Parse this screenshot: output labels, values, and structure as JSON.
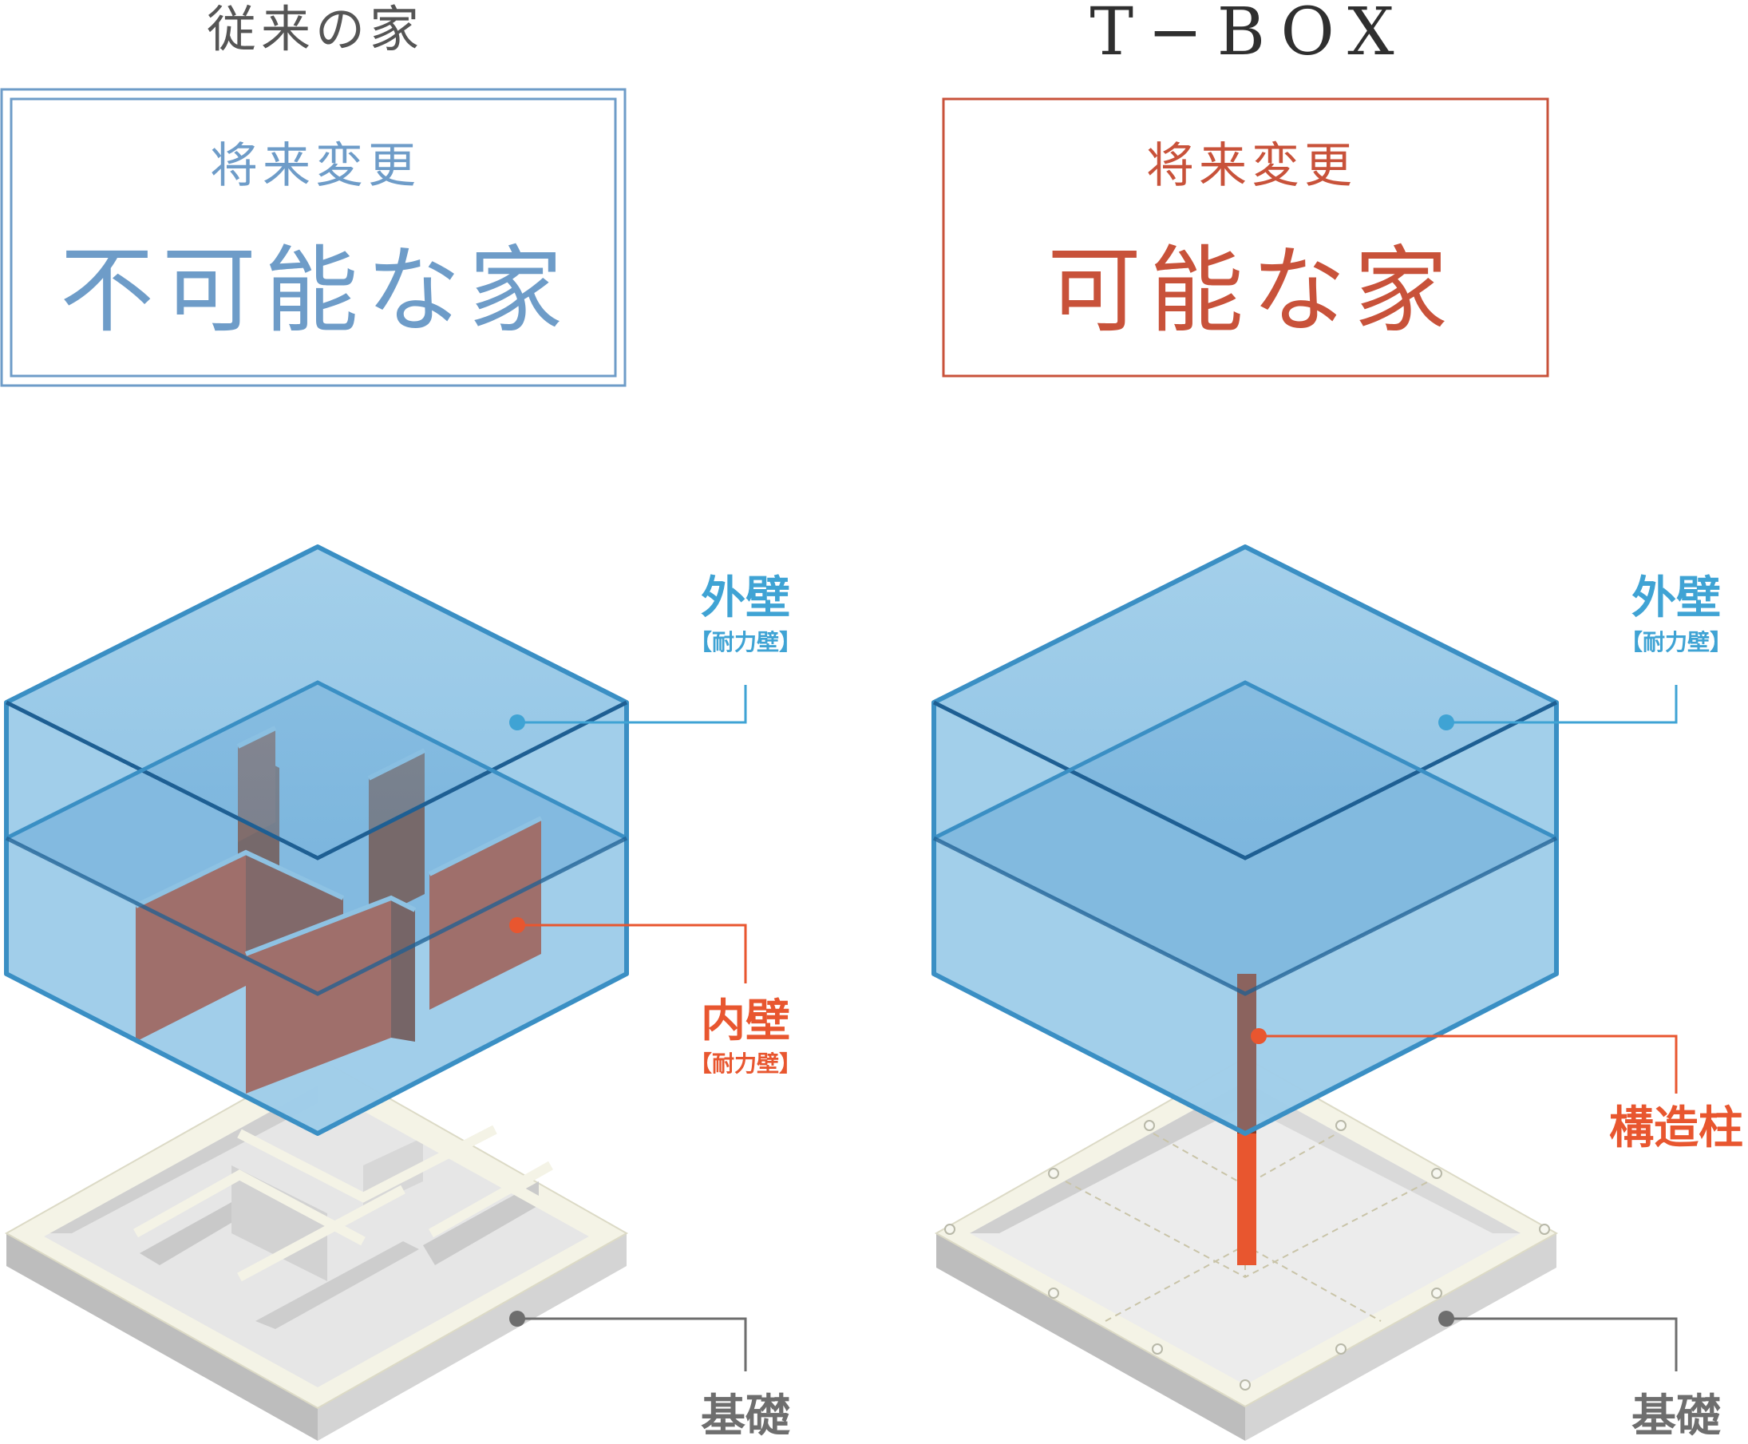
{
  "colors": {
    "blue_accent": "#6e9cc8",
    "red_accent": "#c8523a",
    "glass_fill": "#74b6dd",
    "glass_edge": "#3a8fc4",
    "glass_line": "#1e5f93",
    "label_blue": "#3fa3d4",
    "label_red": "#e8562f",
    "label_gray": "#6e6e6e",
    "wall_red": "#a9432a",
    "foundation_gray": "#c8c8c8"
  },
  "left": {
    "heading": "従来の家",
    "box": {
      "line1": "将来変更",
      "line2": "不可能な家"
    },
    "labels": {
      "outer_wall": "外壁",
      "outer_wall_sub": "【耐力壁】",
      "inner_wall": "内壁",
      "inner_wall_sub": "【耐力壁】",
      "foundation": "基礎"
    }
  },
  "right": {
    "heading": "T−BOX",
    "box": {
      "line1": "将来変更",
      "line2": "可能な家"
    },
    "labels": {
      "outer_wall": "外壁",
      "outer_wall_sub": "【耐力壁】",
      "column": "構造柱",
      "foundation": "基礎"
    }
  }
}
